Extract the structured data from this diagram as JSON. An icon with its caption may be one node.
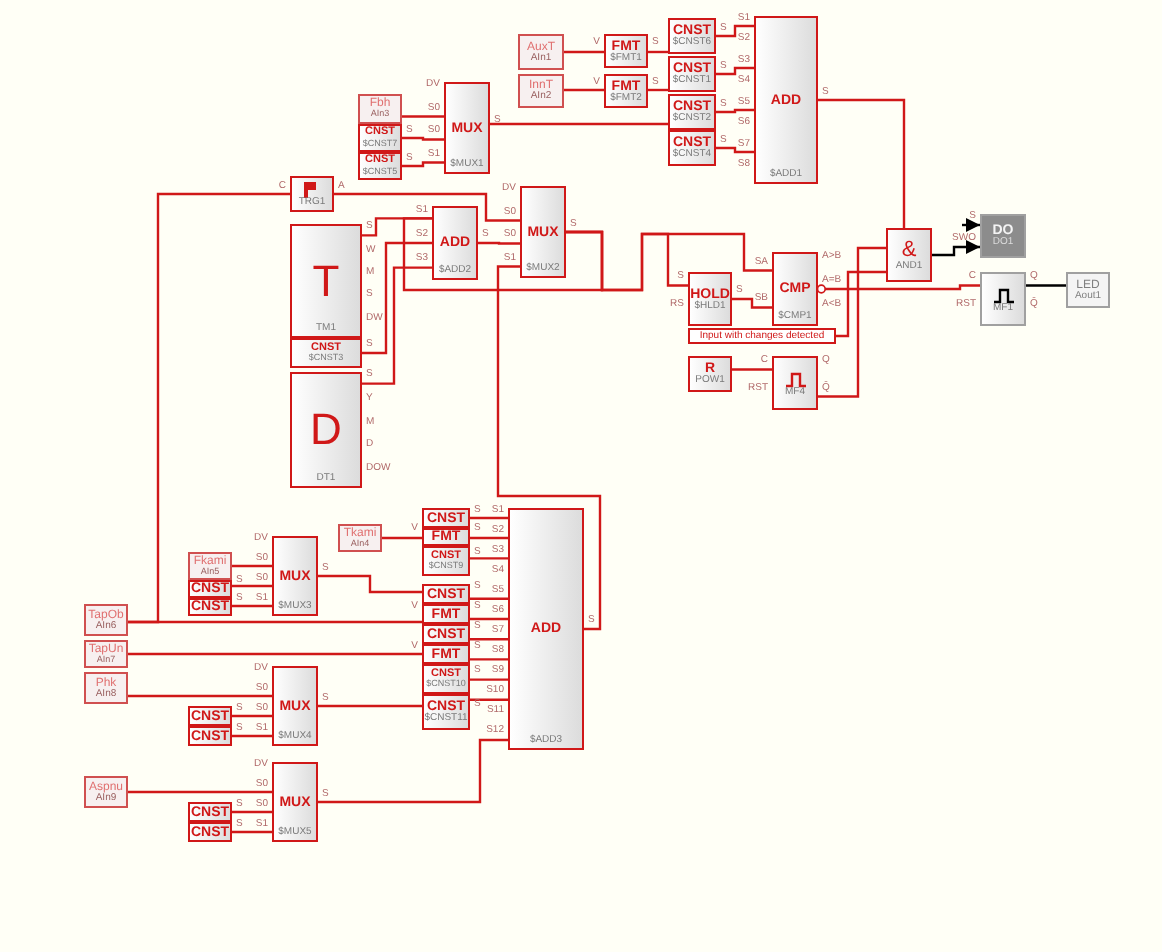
{
  "diagram": {
    "nodes": [
      {
        "text": [
          "AuxT",
          "AIn1"
        ]
      },
      {
        "text": [
          "InnT",
          "AIn2"
        ]
      },
      {
        "text": [
          "FMT",
          "$FMT1"
        ],
        "beside": [
          "V",
          "S"
        ]
      },
      {
        "text": [
          "FMT",
          "$FMT2"
        ],
        "beside": [
          "V",
          "S"
        ]
      },
      {
        "text": [
          "CNST",
          "$CNST6"
        ],
        "beside": [
          "S"
        ]
      },
      {
        "text": [
          "CNST",
          "$CNST1"
        ],
        "beside": [
          "S"
        ]
      },
      {
        "text": [
          "CNST",
          "$CNST2"
        ],
        "beside": [
          "S"
        ]
      },
      {
        "text": [
          "CNST",
          "$CNST4"
        ],
        "beside": [
          "S"
        ]
      },
      {
        "text": [
          "ADD",
          "$ADD1"
        ],
        "beside": [
          "S1",
          "S2",
          "S3",
          "S4",
          "S5",
          "S6",
          "S7",
          "S8",
          "S"
        ]
      },
      {
        "text": [
          "Fbh",
          "AIn3"
        ]
      },
      {
        "text": [
          "CNST",
          "$CNST7"
        ],
        "beside": [
          "S"
        ]
      },
      {
        "text": [
          "CNST",
          "$CNST5"
        ],
        "beside": [
          "S"
        ]
      },
      {
        "text": [
          "MUX",
          "$MUX1"
        ],
        "beside": [
          "DV",
          "S0",
          "S0",
          "S1",
          "S"
        ]
      },
      {
        "text": [
          "TRG1"
        ],
        "beside": [
          "C",
          "A"
        ]
      },
      {
        "text": [
          "MUX",
          "$MUX2"
        ],
        "beside": [
          "DV",
          "S0",
          "S0",
          "S1",
          "S"
        ]
      },
      {
        "text": [
          "T",
          "TM1"
        ],
        "beside": [
          "S",
          "W",
          "M",
          "S",
          "DW"
        ]
      },
      {
        "text": [
          "CNST",
          "$CNST3"
        ],
        "beside": [
          "S"
        ]
      },
      {
        "text": [
          "D",
          "DT1"
        ],
        "beside": [
          "S",
          "Y",
          "M",
          "D",
          "DOW"
        ]
      },
      {
        "text": [
          "ADD",
          "$ADD2"
        ],
        "beside": [
          "S1",
          "S2",
          "S3",
          "S"
        ]
      },
      {
        "text": [
          "HOLD",
          "$HLD1"
        ],
        "beside": [
          "S",
          "RS",
          "S"
        ]
      },
      {
        "text": [
          "CMP",
          "$CMP1"
        ],
        "beside": [
          "SA",
          "SB",
          "A>B",
          "A=B",
          "A<B"
        ]
      },
      {
        "text": [
          "Input with changes detected"
        ]
      },
      {
        "text": [
          "&",
          "AND1"
        ]
      },
      {
        "text": [
          "R",
          "POW1"
        ]
      },
      {
        "text": [
          "MF4"
        ],
        "beside": [
          "C",
          "RST",
          "Q",
          "Q̄"
        ]
      },
      {
        "text": [
          "DO",
          "DO1"
        ],
        "beside": [
          "S",
          "SWO"
        ]
      },
      {
        "text": [
          "MF1"
        ],
        "beside": [
          "C",
          "RST",
          "Q",
          "Q̄"
        ]
      },
      {
        "text": [
          "LED",
          "Aout1"
        ]
      },
      {
        "text": [
          "TapOb",
          "AIn6"
        ]
      },
      {
        "text": [
          "TapUn",
          "AIn7"
        ]
      },
      {
        "text": [
          "Phk",
          "AIn8"
        ]
      },
      {
        "text": [
          "Aspnu",
          "AIn9"
        ]
      },
      {
        "text": [
          "Fkami",
          "AIn5"
        ]
      },
      {
        "text": [
          "CNST"
        ],
        "beside": [
          "S"
        ]
      },
      {
        "text": [
          "CNST"
        ],
        "beside": [
          "S"
        ]
      },
      {
        "text": [
          "MUX",
          "$MUX3"
        ],
        "beside": [
          "DV",
          "S0",
          "S0",
          "S1",
          "S"
        ]
      },
      {
        "text": [
          "CNST"
        ],
        "beside": [
          "S"
        ]
      },
      {
        "text": [
          "CNST"
        ],
        "beside": [
          "S"
        ]
      },
      {
        "text": [
          "MUX",
          "$MUX4"
        ],
        "beside": [
          "DV",
          "S0",
          "S0",
          "S1",
          "S"
        ]
      },
      {
        "text": [
          "CNST"
        ],
        "beside": [
          "S"
        ]
      },
      {
        "text": [
          "CNST"
        ],
        "beside": [
          "S"
        ]
      },
      {
        "text": [
          "MUX",
          "$MUX5"
        ],
        "beside": [
          "DV",
          "S0",
          "S0",
          "S1",
          "S"
        ]
      },
      {
        "text": [
          "Tkami",
          "AIn4"
        ]
      },
      {
        "text": [
          "CNST"
        ],
        "beside": [
          "S"
        ]
      },
      {
        "text": [
          "FMT"
        ],
        "beside": [
          "V",
          "S"
        ]
      },
      {
        "text": [
          "CNST",
          "$CNST9"
        ],
        "beside": [
          "S"
        ]
      },
      {
        "text": [
          "CNST"
        ],
        "beside": [
          "S"
        ]
      },
      {
        "text": [
          "FMT"
        ],
        "beside": [
          "V",
          "S"
        ]
      },
      {
        "text": [
          "CNST"
        ],
        "beside": [
          "S"
        ]
      },
      {
        "text": [
          "FMT"
        ],
        "beside": [
          "V",
          "S"
        ]
      },
      {
        "text": [
          "CNST",
          "$CNST10"
        ],
        "beside": [
          "S"
        ]
      },
      {
        "text": [
          "CNST",
          "$CNST11"
        ],
        "beside": [
          "S"
        ]
      },
      {
        "text": [
          "ADD",
          "$ADD3"
        ],
        "beside": [
          "S1",
          "S2",
          "S3",
          "S4",
          "S5",
          "S6",
          "S7",
          "S8",
          "S9",
          "S10",
          "S11",
          "S12",
          "S"
        ]
      }
    ],
    "edges": [
      {
        "from": 0,
        "to": 2,
        "arrow": "none"
      },
      {
        "from": 1,
        "to": 3,
        "arrow": "none"
      },
      {
        "from": 2,
        "to": 4,
        "arrow": "none"
      },
      {
        "from": 3,
        "to": 5,
        "arrow": "none"
      },
      {
        "from": 12,
        "to": 6,
        "arrow": "none"
      },
      {
        "from": 4,
        "to": 8,
        "arrow": "none"
      },
      {
        "from": 5,
        "to": 8,
        "arrow": "none"
      },
      {
        "from": 6,
        "to": 8,
        "arrow": "none"
      },
      {
        "from": 7,
        "to": 8,
        "arrow": "none"
      },
      {
        "from": 8,
        "to": 22,
        "arrow": "none"
      },
      {
        "from": 9,
        "to": 12,
        "arrow": "none"
      },
      {
        "from": 10,
        "to": 12,
        "arrow": "none"
      },
      {
        "from": 11,
        "to": 12,
        "arrow": "none"
      },
      {
        "from": 13,
        "to": 14,
        "arrow": "none"
      },
      {
        "from": 18,
        "to": 14,
        "arrow": "none"
      },
      {
        "from": 28,
        "to": 13,
        "arrow": "none"
      },
      {
        "from": 15,
        "to": 18,
        "arrow": "none"
      },
      {
        "from": 14,
        "to": 18,
        "arrow": "none"
      },
      {
        "from": 14,
        "to": 19,
        "arrow": "none"
      },
      {
        "from": 14,
        "to": 20,
        "arrow": "none"
      },
      {
        "from": 19,
        "to": 20,
        "arrow": "none"
      },
      {
        "from": 21,
        "to": 22,
        "arrow": "none"
      },
      {
        "from": 24,
        "to": 22,
        "arrow": "none"
      },
      {
        "from": 23,
        "to": 24,
        "arrow": "none"
      },
      {
        "from": 20,
        "to": 26,
        "arrow": "other"
      },
      {
        "from": 22,
        "to": 25,
        "arrow": "to",
        "color": "#000000"
      },
      {
        "from": null,
        "to": 25,
        "arrow": "to",
        "color": "#000000"
      },
      {
        "from": 26,
        "to": 27,
        "arrow": "none",
        "color": "#000000"
      },
      {
        "from": 32,
        "to": 35,
        "arrow": "none"
      },
      {
        "from": 33,
        "to": 35,
        "arrow": "none"
      },
      {
        "from": 34,
        "to": 35,
        "arrow": "none"
      },
      {
        "from": 42,
        "to": 44,
        "arrow": "none"
      },
      {
        "from": 35,
        "to": 46,
        "arrow": "none"
      },
      {
        "from": 28,
        "to": 47,
        "arrow": "none"
      },
      {
        "from": 29,
        "to": 49,
        "arrow": "none"
      },
      {
        "from": 30,
        "to": 38,
        "arrow": "none"
      },
      {
        "from": 36,
        "to": 38,
        "arrow": "none"
      },
      {
        "from": 37,
        "to": 38,
        "arrow": "none"
      },
      {
        "from": 38,
        "to": 51,
        "arrow": "none"
      },
      {
        "from": 31,
        "to": 41,
        "arrow": "none"
      },
      {
        "from": 39,
        "to": 41,
        "arrow": "none"
      },
      {
        "from": 40,
        "to": 41,
        "arrow": "none"
      },
      {
        "from": 41,
        "to": 52,
        "arrow": "none"
      },
      {
        "from": 43,
        "to": 52,
        "arrow": "none"
      },
      {
        "from": 44,
        "to": 52,
        "arrow": "none"
      },
      {
        "from": 45,
        "to": 52,
        "arrow": "none"
      },
      {
        "from": 46,
        "to": 52,
        "arrow": "none"
      },
      {
        "from": 47,
        "to": 52,
        "arrow": "none"
      },
      {
        "from": 48,
        "to": 52,
        "arrow": "none"
      },
      {
        "from": 49,
        "to": 52,
        "arrow": "none"
      },
      {
        "from": 50,
        "to": 52,
        "arrow": "none"
      },
      {
        "from": 51,
        "to": 52,
        "arrow": "none"
      },
      {
        "from": 52,
        "to": 14,
        "arrow": "none"
      },
      {
        "from": 16,
        "to": 18,
        "arrow": "none"
      },
      {
        "from": 17,
        "to": 18,
        "arrow": "none"
      }
    ]
  }
}
